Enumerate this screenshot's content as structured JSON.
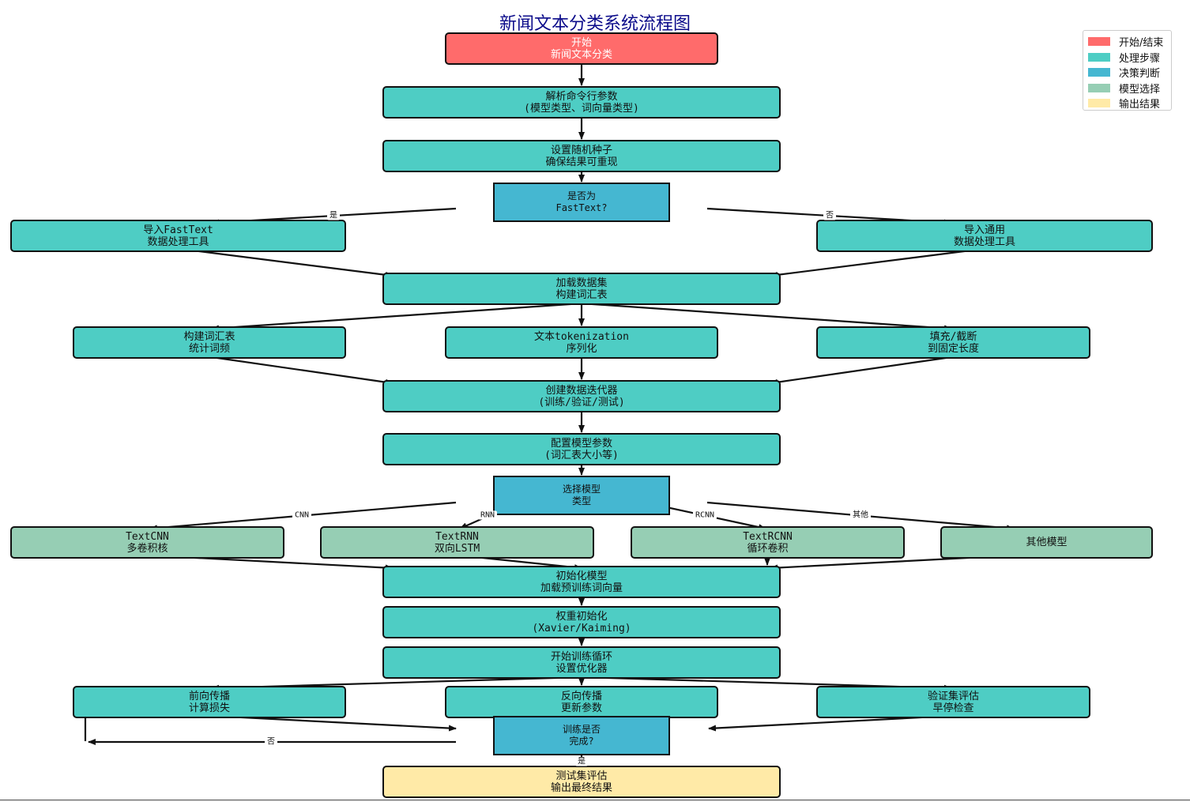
{
  "title": "新闻文本分类系统流程图",
  "colors": {
    "start": "#ff6b6b",
    "process": "#4ecdc4",
    "decision": "#45b7d1",
    "model": "#96ceb4",
    "output": "#ffeaa7"
  },
  "legend": [
    {
      "label": "开始/结束",
      "color": "#ff6b6b"
    },
    {
      "label": "处理步骤",
      "color": "#4ecdc4"
    },
    {
      "label": "决策判断",
      "color": "#45b7d1"
    },
    {
      "label": "模型选择",
      "color": "#96ceb4"
    },
    {
      "label": "输出结果",
      "color": "#ffeaa7"
    }
  ],
  "nodes": {
    "start": "开始\n新闻文本分类",
    "parse_args": "解析命令行参数\n(模型类型、词向量类型)",
    "set_seed": "设置随机种子\n确保结果可重现",
    "is_fasttext": "是否为\nFastText?",
    "import_fasttext": "导入FastText\n数据处理工具",
    "import_general": "导入通用\n数据处理工具",
    "load_data": "加载数据集\n构建词汇表",
    "build_vocab": "构建词汇表\n统计词频",
    "tokenize": "文本tokenization\n序列化",
    "pad_truncate": "填充/截断\n到固定长度",
    "create_iter": "创建数据迭代器\n(训练/验证/测试)",
    "config_model": "配置模型参数\n(词汇表大小等)",
    "select_model": "选择模型\n类型",
    "textcnn": "TextCNN\n多卷积核",
    "textrnn": "TextRNN\n双向LSTM",
    "textrcnn": "TextRCNN\n循环卷积",
    "other_model": "其他模型",
    "init_model": "初始化模型\n加载预训练词向量",
    "weight_init": "权重初始化\n(Xavier/Kaiming)",
    "train_loop": "开始训练循环\n设置优化器",
    "forward": "前向传播\n计算损失",
    "backward": "反向传播\n更新参数",
    "validate": "验证集评估\n早停检查",
    "train_done": "训练是否\n完成?",
    "test_eval": "测试集评估\n输出最终结果"
  },
  "edge_labels": {
    "yes_fasttext": "是",
    "no_fasttext": "否",
    "cnn": "CNN",
    "rnn": "RNN",
    "rcnn": "RCNN",
    "other": "其他",
    "not_done": "否",
    "done": "是"
  }
}
